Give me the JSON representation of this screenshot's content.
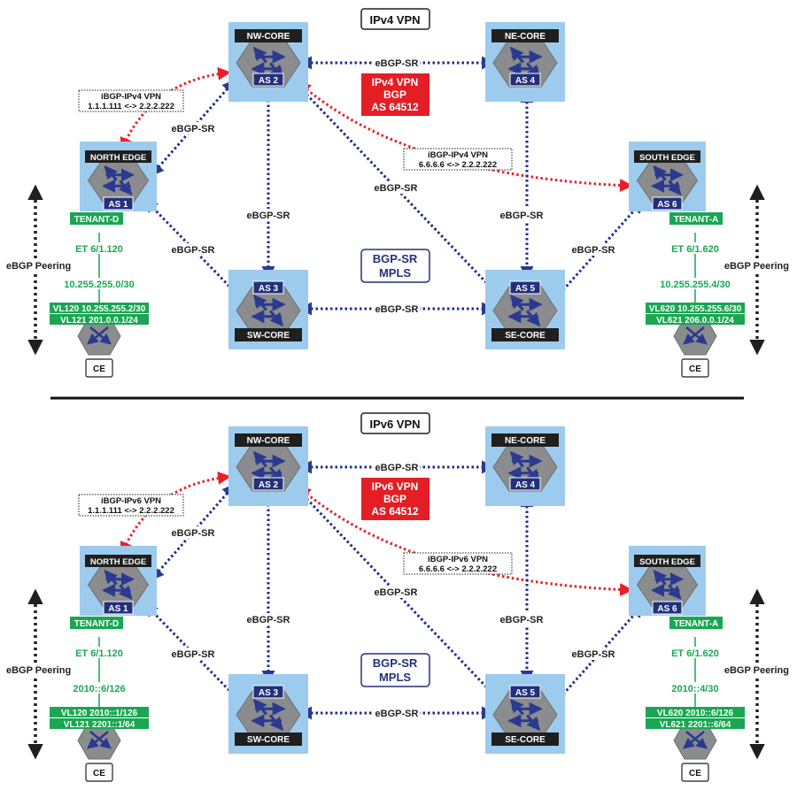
{
  "colors": {
    "switch_bg": "#9dcbee",
    "label_dark": "#1f1f1f",
    "as_badge": "#23317a",
    "hex_gray": "#8a8c8e",
    "arrow_blue": "#2b3990",
    "link_dashed": "#1b2b8a",
    "ibgp_red": "#e8202a",
    "tenant_green": "#1aa652",
    "text_green": "#1aa652",
    "bgp_red": "#e31e25",
    "mpls_border": "#23317a"
  },
  "sections": [
    {
      "id": "ipv4",
      "title": "IPv4 VPN",
      "bgp_box": {
        "line1": "IPv4 VPN",
        "line2": "BGP",
        "line3": "AS 64512"
      },
      "mpls_box": {
        "line1": "BGP-SR",
        "line2": "MPLS"
      },
      "nodes": {
        "nw": {
          "name": "NW-CORE",
          "as": "AS 2"
        },
        "ne": {
          "name": "NE-CORE",
          "as": "AS 4"
        },
        "sw": {
          "name": "SW-CORE",
          "as": "AS 3"
        },
        "se": {
          "name": "SE-CORE",
          "as": "AS 5"
        },
        "north": {
          "name": "NORTH EDGE",
          "as": "AS 1",
          "tenant": "TENANT-D"
        },
        "south": {
          "name": "SOUTH EDGE",
          "as": "AS 6",
          "tenant": "TENANT-A"
        }
      },
      "link_label": "eBGP-SR",
      "ibgp_left": {
        "line1": "iBGP-IPv4 VPN",
        "line2": "1.1.1.111 <-> 2.2.2.222"
      },
      "ibgp_right": {
        "line1": "iBGP-IPv4 VPN",
        "line2": "6.6.6.6 <-> 2.2.2.222"
      },
      "left_ce": {
        "interface": "ET 6/1.120",
        "subnet": "10.255.255.0/30",
        "vlan1": "VL120 10.255.255.2/30",
        "vlan2": "VL121 201.0.0.1/24",
        "ce": "CE"
      },
      "right_ce": {
        "interface": "ET 6/1.620",
        "subnet": "10.255.255.4/30",
        "vlan1": "VL620 10.255.255.6/30",
        "vlan2": "VL621 206.0.0.1/24",
        "ce": "CE"
      },
      "peering": "eBGP Peering"
    },
    {
      "id": "ipv6",
      "title": "IPv6 VPN",
      "bgp_box": {
        "line1": "IPv6 VPN",
        "line2": "BGP",
        "line3": "AS 64512"
      },
      "mpls_box": {
        "line1": "BGP-SR",
        "line2": "MPLS"
      },
      "nodes": {
        "nw": {
          "name": "NW-CORE",
          "as": "AS 2"
        },
        "ne": {
          "name": "NE-CORE",
          "as": "AS 4"
        },
        "sw": {
          "name": "SW-CORE",
          "as": "AS 3"
        },
        "se": {
          "name": "SE-CORE",
          "as": "AS 5"
        },
        "north": {
          "name": "NORTH EDGE",
          "as": "AS 1",
          "tenant": "TENANT-D"
        },
        "south": {
          "name": "SOUTH EDGE",
          "as": "AS 6",
          "tenant": "TENANT-A"
        }
      },
      "link_label": "eBGP-SR",
      "ibgp_left": {
        "line1": "iBGP-IPv6 VPN",
        "line2": "1.1.1.111 <-> 2.2.2.222"
      },
      "ibgp_right": {
        "line1": "iBGP-IPv6 VPN",
        "line2": "6.6.6.6 <-> 2.2.2.222"
      },
      "left_ce": {
        "interface": "ET 6/1.120",
        "subnet": "2010::6/126",
        "vlan1": "VL120 2010::1/126",
        "vlan2": "VL121 2201::1/64",
        "ce": "CE"
      },
      "right_ce": {
        "interface": "ET 6/1.620",
        "subnet": "2010::4/30",
        "vlan1": "VL620 2010::6/126",
        "vlan2": "VL621 2201::6/64",
        "ce": "CE"
      },
      "peering": "eBGP Peering"
    }
  ]
}
